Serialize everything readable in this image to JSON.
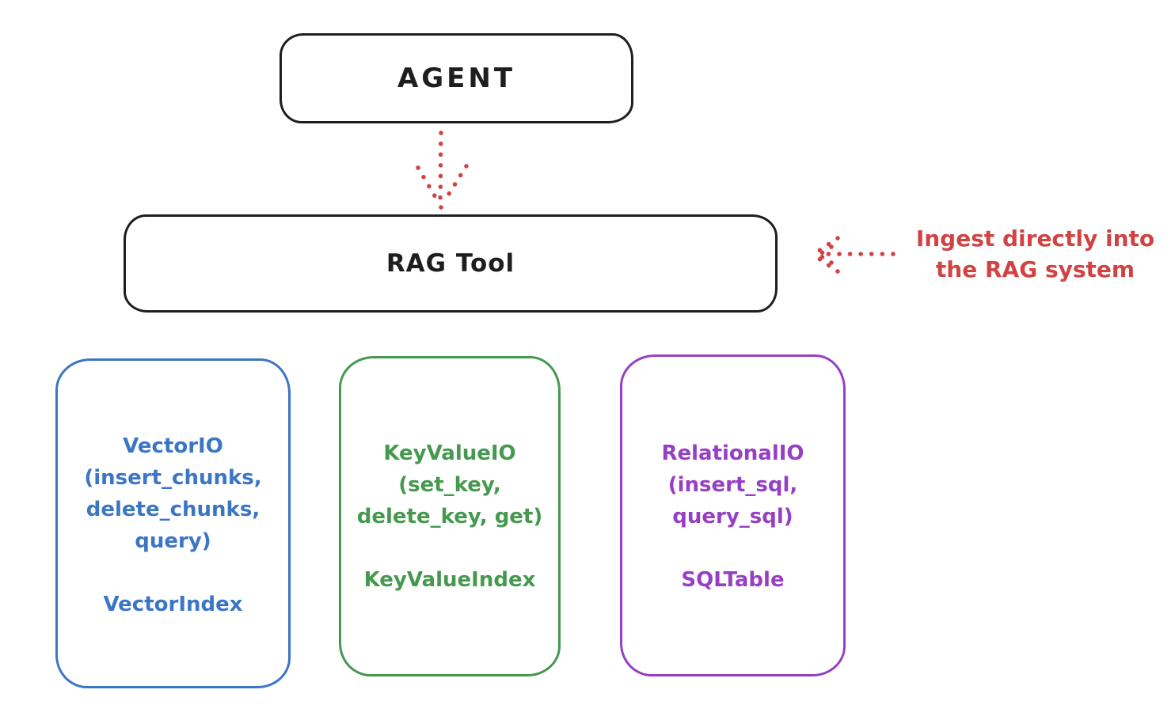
{
  "agent_box": {
    "label": "AGENT"
  },
  "rag_tool_box": {
    "label": "RAG Tool"
  },
  "annotation": {
    "text_line1": "Ingest directly into",
    "text_line2": "the RAG system"
  },
  "stores": [
    {
      "id": "vector-io",
      "color": "#3b76c5",
      "lines": [
        "VectorIO",
        "(insert_chunks,",
        "delete_chunks,",
        "query)"
      ],
      "index_label": "VectorIndex"
    },
    {
      "id": "keyvalue-io",
      "color": "#45994e",
      "lines": [
        "KeyValueIO",
        "(set_key,",
        "delete_key, get)"
      ],
      "index_label": "KeyValueIndex"
    },
    {
      "id": "relational-io",
      "color": "#973fc4",
      "lines": [
        "RelationalIO",
        "(insert_sql,",
        "query_sql)"
      ],
      "index_label": "SQLTable"
    }
  ],
  "colors": {
    "stroke": "#1e1e1e",
    "background": "#ffffff",
    "arrow_red": "#d04343",
    "vector_blue": "#3b76c5",
    "keyvalue_green": "#45994e",
    "relational_purple": "#973fc4"
  }
}
